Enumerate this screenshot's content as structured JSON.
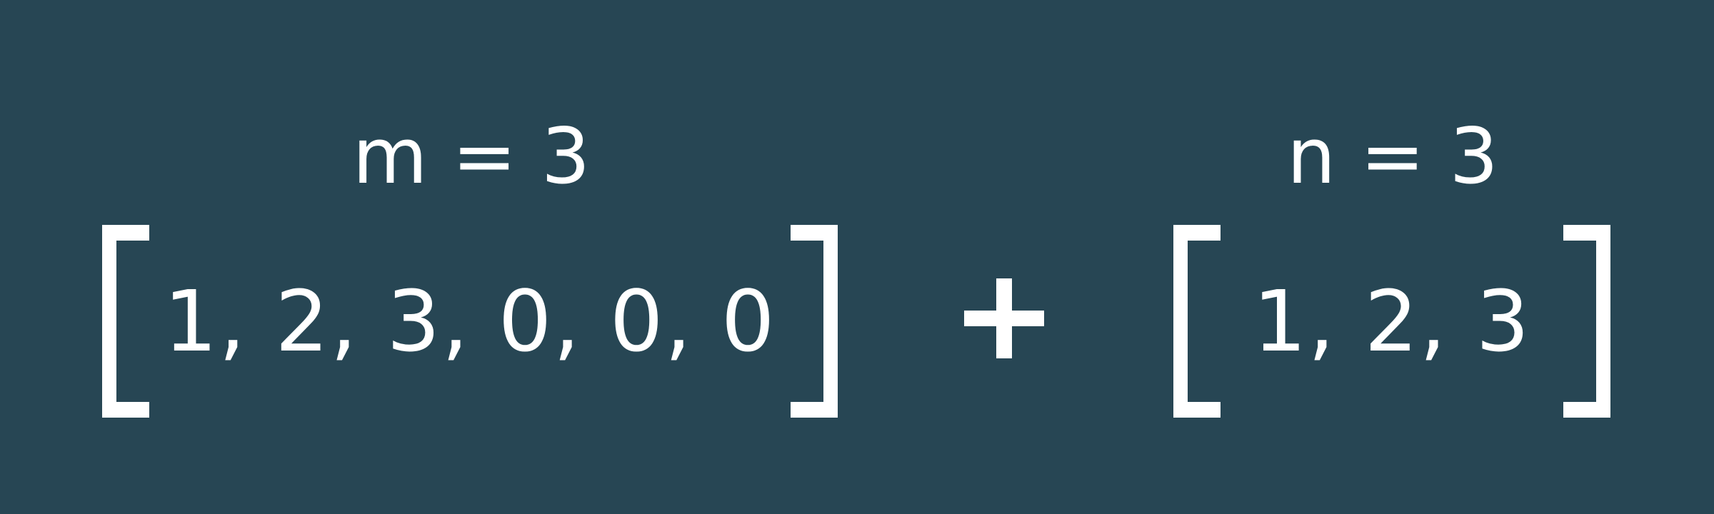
{
  "colors": {
    "background": "#274654",
    "foreground": "#ffffff"
  },
  "left_array": {
    "label": "m = 3",
    "elements": [
      "1",
      "2",
      "3",
      "0",
      "0",
      "0"
    ],
    "elements_text": "1, 2, 3, 0, 0, 0"
  },
  "operator": "plus",
  "right_array": {
    "label": "n = 3",
    "elements": [
      "1",
      "2",
      "3"
    ],
    "elements_text": "1, 2, 3"
  }
}
